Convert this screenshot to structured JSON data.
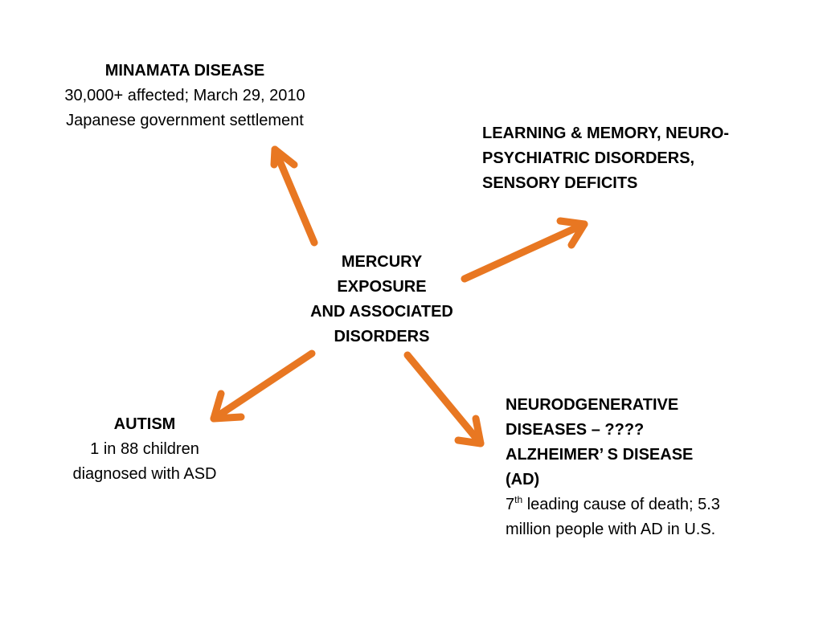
{
  "colors": {
    "arrow": "#E87722",
    "text": "#000000",
    "background": "#ffffff"
  },
  "center": {
    "lines": [
      "MERCURY",
      "EXPOSURE",
      "AND ASSOCIATED",
      "DISORDERS"
    ]
  },
  "minamata": {
    "title": "MINAMATA DISEASE",
    "line1": "30,000+ affected; March 29, 2010",
    "line2": "Japanese government settlement"
  },
  "learning": {
    "lines": [
      "LEARNING & MEMORY, NEURO-",
      "PSYCHIATRIC DISORDERS,",
      "SENSORY DEFICITS"
    ]
  },
  "autism": {
    "title": "AUTISM",
    "line1": "1 in 88 children",
    "line2": "diagnosed with ASD"
  },
  "neuro": {
    "lines": [
      "NEURODGENERATIVE",
      "DISEASES – ????",
      "ALZHEIMER’ S DISEASE",
      "(AD)"
    ],
    "rank_number": "7",
    "rank_suffix": "th",
    "rank_rest": " leading cause of death; 5.3",
    "line_last": "million people with AD in U.S."
  }
}
